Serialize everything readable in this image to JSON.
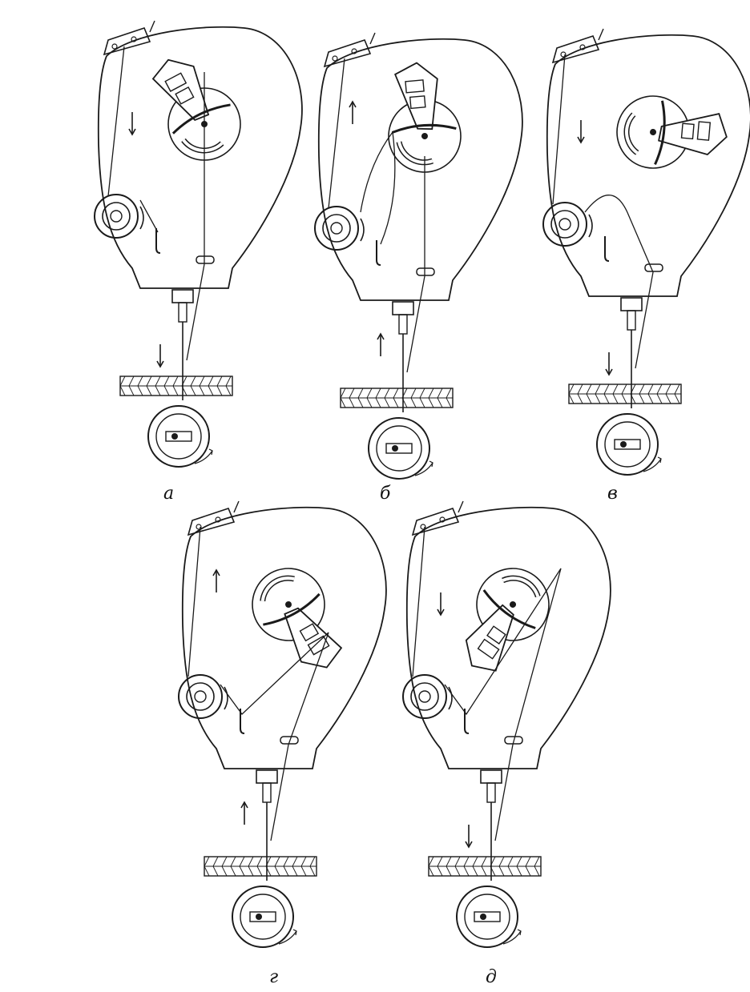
{
  "panels": [
    {
      "id": "a",
      "label": "а",
      "lever_angle": -28,
      "crank_angle": 0,
      "needle_dir": "down",
      "thread_path": "drop"
    },
    {
      "id": "b",
      "label": "б",
      "lever_angle": -5,
      "crank_angle": 25,
      "needle_dir": "up",
      "thread_path": "loop"
    },
    {
      "id": "v",
      "label": "в",
      "lever_angle": 95,
      "crank_angle": 80,
      "needle_dir": "down",
      "thread_path": "slack"
    },
    {
      "id": "g",
      "label": "г",
      "lever_angle": 150,
      "crank_angle": 140,
      "needle_dir": "up",
      "thread_path": "tight"
    },
    {
      "id": "d",
      "label": "д",
      "lever_angle": 215,
      "crank_angle": 200,
      "needle_dir": "down",
      "thread_path": "taut"
    }
  ],
  "icons": {
    "tension_disc": "tension-disc-icon",
    "take_up_lever": "take-up-lever-icon",
    "shuttle": "rotary-hook-icon",
    "arrow": "arrow-icon"
  },
  "colors": {
    "ink": "#1a1a1a",
    "paper": "#ffffff"
  }
}
